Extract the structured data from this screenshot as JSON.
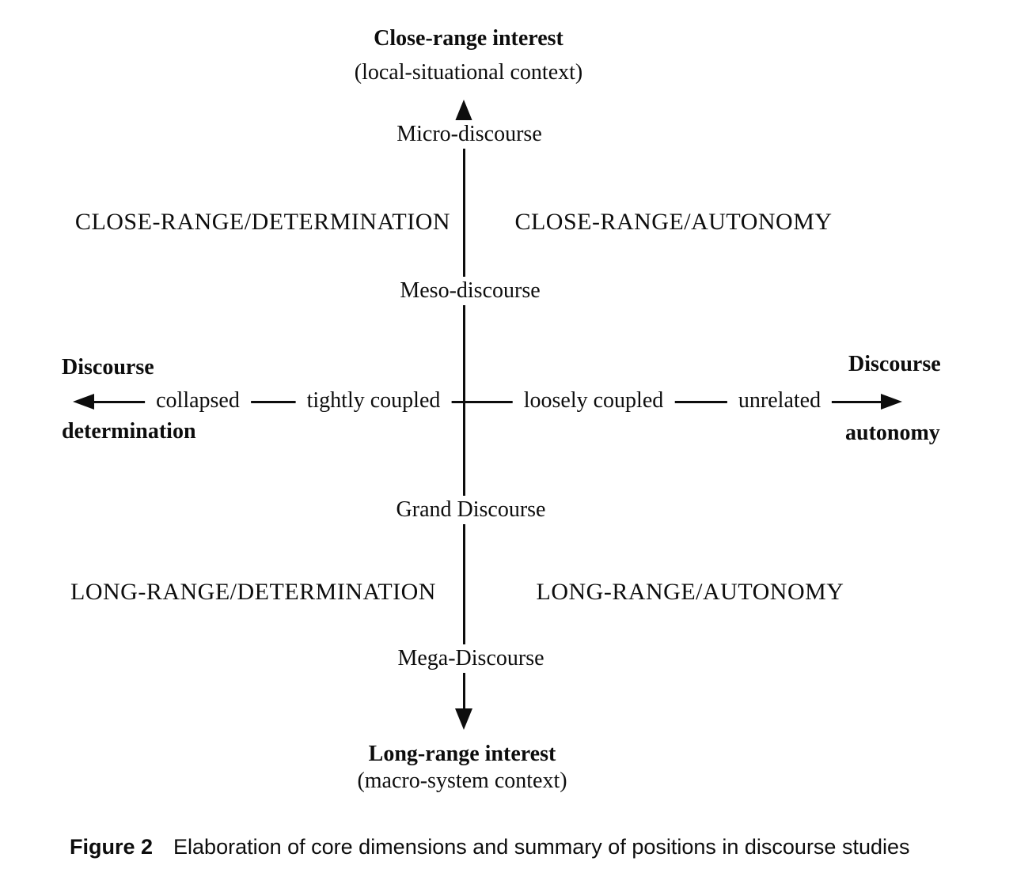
{
  "colors": {
    "ink": "#0d0d0d",
    "background": "#ffffff"
  },
  "top_pole": {
    "title": "Close-range interest",
    "subtitle": "(local-situational context)"
  },
  "bottom_pole": {
    "title": "Long-range interest",
    "subtitle": "(macro-system context)"
  },
  "vertical_axis": {
    "labels": [
      "Micro-discourse",
      "Meso-discourse",
      "Grand Discourse",
      "Mega-Discourse"
    ]
  },
  "horizontal_axis": {
    "left_pole": {
      "line1": "Discourse",
      "line2": "determination"
    },
    "right_pole": {
      "line1": "Discourse",
      "line2": "autonomy"
    },
    "labels": [
      "collapsed",
      "tightly coupled",
      "loosely coupled",
      "unrelated"
    ]
  },
  "quadrants": {
    "top_left": "CLOSE-RANGE/DETERMINATION",
    "top_right": "CLOSE-RANGE/AUTONOMY",
    "bottom_left": "LONG-RANGE/DETERMINATION",
    "bottom_right": "LONG-RANGE/AUTONOMY"
  },
  "caption": {
    "number": "Figure 2",
    "text": "Elaboration of core dimensions and summary of positions in discourse studies"
  }
}
